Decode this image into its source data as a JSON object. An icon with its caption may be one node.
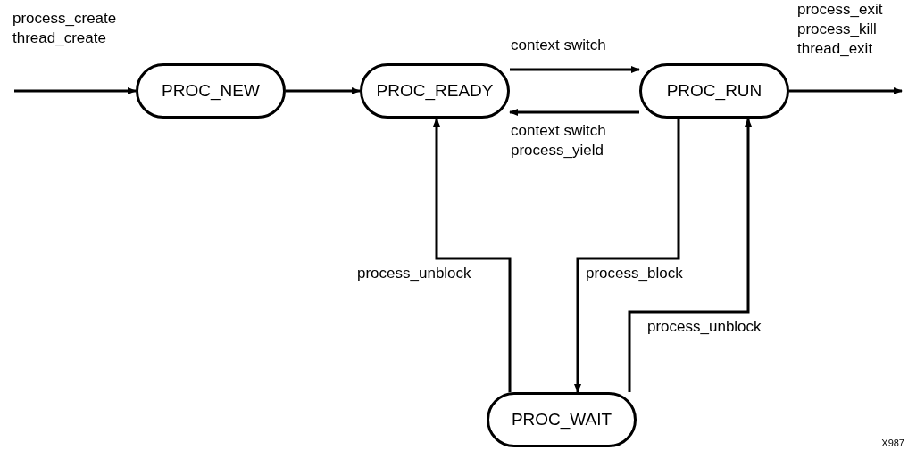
{
  "diagram": {
    "nodes": [
      {
        "text": [
          "PROC_NEW"
        ]
      },
      {
        "text": [
          "PROC_READY"
        ]
      },
      {
        "text": [
          "PROC_RUN"
        ]
      },
      {
        "text": [
          "PROC_WAIT"
        ]
      }
    ],
    "edges": [
      {
        "from": null,
        "to": 0,
        "arrow": "to",
        "label": "process_create thread_create"
      },
      {
        "from": 0,
        "to": 1,
        "arrow": "to"
      },
      {
        "from": 1,
        "to": 2,
        "arrow": "to",
        "label": "context switch"
      },
      {
        "from": 2,
        "to": 1,
        "arrow": "to",
        "label": "context switch process_yield"
      },
      {
        "from": 2,
        "to": null,
        "arrow": "to",
        "label": "process_exit process_kill thread_exit"
      },
      {
        "from": 2,
        "to": 3,
        "arrow": "to",
        "label": "process_block"
      },
      {
        "from": 3,
        "to": 1,
        "arrow": "to",
        "label": "process_unblock"
      },
      {
        "from": 3,
        "to": 2,
        "arrow": "to",
        "label": "process_unblock"
      }
    ],
    "labels": [
      "X987"
    ]
  }
}
